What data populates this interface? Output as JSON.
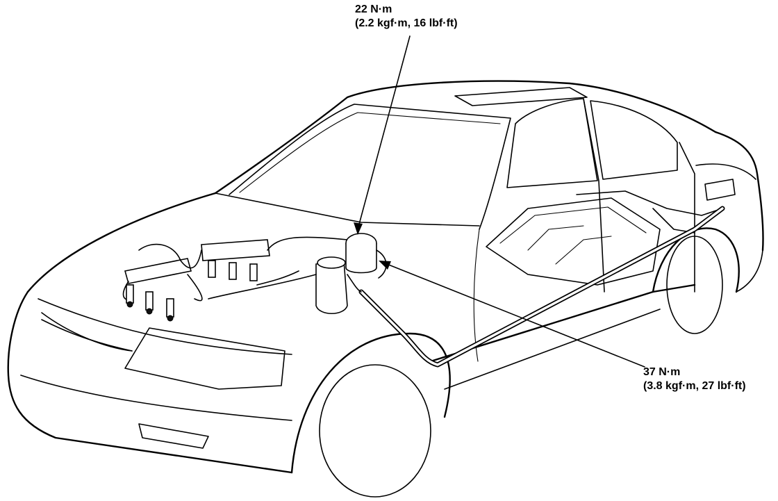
{
  "callouts": {
    "top": {
      "torque": "22 N·m",
      "conversion": "(2.2 kgf·m, 16 lbf·ft)"
    },
    "bottom": {
      "torque": "37 N·m",
      "conversion": "(3.8 kgf·m, 27 lbf·ft)"
    }
  }
}
